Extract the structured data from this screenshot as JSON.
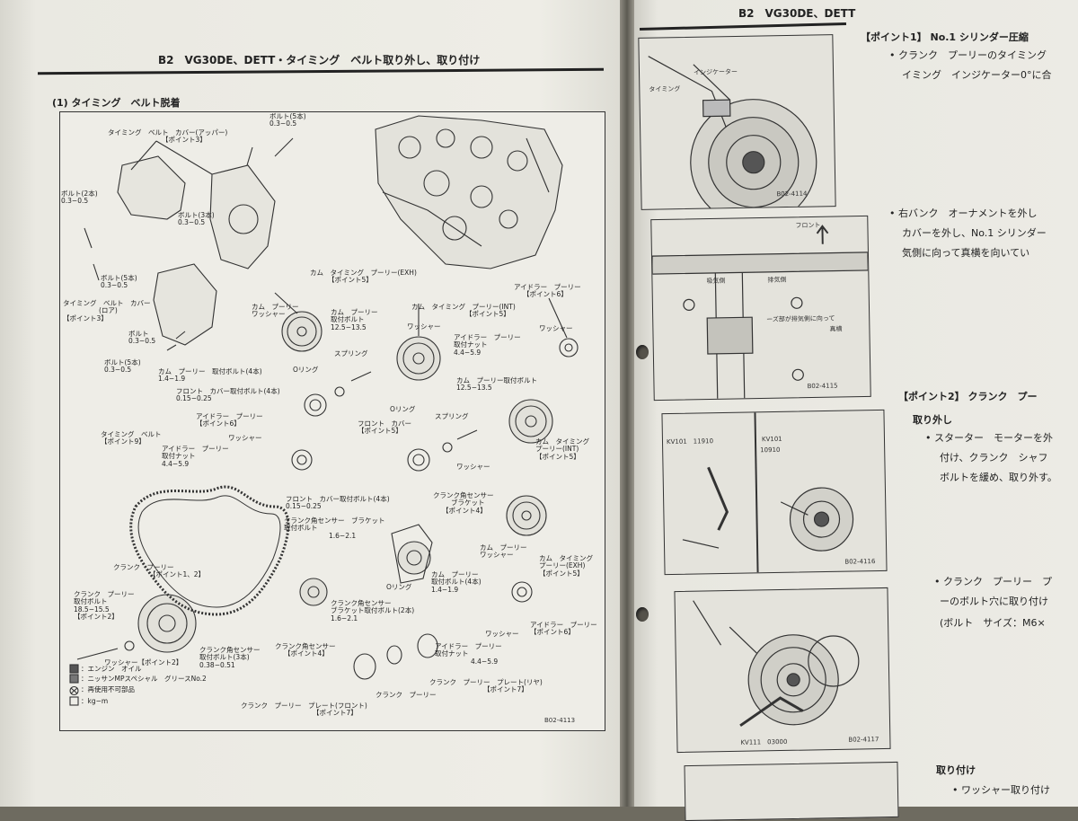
{
  "left_page": {
    "header": "B2　VG30DE、DETT・タイミング　ベルト取り外し、取り付け",
    "section_title": "(1) タイミング　ベルト脱着",
    "figure_code": "B02-4113",
    "labels": {
      "tb_cover_upper": [
        "タイミング　ベルト　カバー(アッパー)",
        "【ポイント3】"
      ],
      "bolt5_top": [
        "ボルト(5本)",
        "0.3−0.5"
      ],
      "bolt2": [
        "ボルト(2本)",
        "0.3−0.5"
      ],
      "bolt3": [
        "ボルト(3本)",
        "0.3−0.5"
      ],
      "bolt5_mid": [
        "ボルト(5本)",
        "0.3−0.5"
      ],
      "tb_cover_lower": [
        "タイミング　ベルト　カバー",
        "(ロア)",
        "【ポイント3】"
      ],
      "bolt_single": [
        "ボルト",
        "0.3−0.5"
      ],
      "bolt5_low": [
        "ボルト(5本)",
        "0.3−0.5"
      ],
      "cam_pulley_bolt4": [
        "カム　プーリー　取付ボルト(4本)",
        "1.4−1.9"
      ],
      "front_cover_bolt4": [
        "フロント　カバー取付ボルト(4本)",
        "0.15−0.25"
      ],
      "idler_pulley_6a": [
        "アイドラー　プーリー",
        "【ポイント6】"
      ],
      "washer_a": "ワッシャー",
      "idler_nut_a": [
        "アイドラー　プーリー",
        "取付ナット",
        "4.4−5.9"
      ],
      "timing_belt": [
        "タイミング　ベルト",
        "【ポイント9】"
      ],
      "cam_pulley_exh": [
        "カム　タイミング　プーリー(EXH)",
        "【ポイント5】"
      ],
      "cam_pulley_washer": [
        "カム　プーリー",
        "ワッシャー"
      ],
      "cam_pulley_bolt_a": [
        "カム　プーリー",
        "取付ボルト",
        "12.5−13.5"
      ],
      "oring_a": "Oリング",
      "spring_a": "スプリング",
      "front_cover_5a": [
        "フロント　カバー",
        "【ポイント5】"
      ],
      "cam_timing_int": [
        "カム　タイミング　プーリー(INT)",
        "【ポイント5】"
      ],
      "washer_b": "ワッシャー",
      "idler_nut_b": [
        "アイドラー　プーリー",
        "取付ナット",
        "4.4−5.9"
      ],
      "idler_pulley_6b": [
        "アイドラー　プーリー",
        "【ポイント6】"
      ],
      "washer_c": "ワッシャー",
      "cam_pulley_bolt_b": [
        "カム　プーリー取付ボルト",
        "12.5−13.5"
      ],
      "oring_b": "Oリング",
      "front_cover_5b": [
        "フロント　カバー",
        "【ポイント5】"
      ],
      "spring_b": "スプリング",
      "washer_d": "ワッシャー",
      "cam_timing_int2": [
        "カム　タイミング",
        "プーリー(INT)",
        "【ポイント5】"
      ],
      "front_cover_bolt4b": [
        "フロント　カバー取付ボルト(4本)",
        "0.15−0.25"
      ],
      "crank_sensor_bracket": [
        "クランク角センサー",
        "ブラケット",
        "【ポイント4】"
      ],
      "crank_sensor_bracket_bolt": [
        "クランク角センサー　ブラケット",
        "取付ボルト",
        "1.6−2.1"
      ],
      "crank_pulley": [
        "クランク　プーリー",
        "【ポイント1、2】"
      ],
      "crank_pulley_bolt": [
        "クランク　プーリー",
        "取付ボルト",
        "18.5−15.5",
        "【ポイント2】"
      ],
      "cam_pulley_washer_b": [
        "カム　プーリー",
        "ワッシャー"
      ],
      "cam_timing_exh2": [
        "カム　タイミング",
        "プーリー(EXH)",
        "【ポイント5】"
      ],
      "cam_pulley_bolt4b": [
        "カム　プーリー",
        "取付ボルト(4本)",
        "1.4−1.9"
      ],
      "oring_c": "Oリング",
      "crank_sensor_sensor_bracket_bolt2": [
        "クランク角センサー",
        "ブラケット取付ボルト(2本)",
        "1.6−2.1"
      ],
      "crank_sensor_bolt3": [
        "クランク角センサー",
        "取付ボルト(3本)",
        "0.38−0.51"
      ],
      "crank_sensor": [
        "クランク角センサー",
        "【ポイント4】"
      ],
      "washer_pt2": "ワッシャー【ポイント2】",
      "washer_e": "ワッシャー",
      "idler_pulley_6c": [
        "アイドラー　プーリー",
        "【ポイント6】"
      ],
      "idler_nut_c": [
        "アイドラー　プーリー",
        "取付ナット",
        "4.4−5.9"
      ],
      "crank_plate_rear": [
        "クランク　プーリー　プレート(リヤ)",
        "【ポイント7】"
      ],
      "crank_pulley_small": "クランク　プーリー",
      "crank_plate_front": [
        "クランク　プーリー　プレート(フロント)",
        "【ポイント7】"
      ]
    },
    "legend": [
      "：エンジン　オイル",
      "：ニッサンMPスペシャル　グリースNo.2",
      "：再使用不可部品",
      "：kg−m"
    ]
  },
  "right_page": {
    "header": "B2　VG30DE、DETT",
    "point1_title": "【ポイント1】 No.1 シリンダー圧縮",
    "point1_text": [
      "• クランク　プーリーのタイミング",
      "イミング　インジケーター0°に合"
    ],
    "photo1": {
      "code": "B02-4114",
      "labels": [
        "タイミング",
        "インジケーター"
      ]
    },
    "text2": [
      "• 右バンク　オーナメントを外し",
      "カバーを外し、No.1 シリンダー",
      "気側に向って真横を向いてい"
    ],
    "photo2": {
      "code": "B02-4115",
      "labels": [
        "フロント",
        "吸気側",
        "排気側",
        "ーズ部が排気側に向って",
        "真横"
      ]
    },
    "point2_title": "【ポイント2】 クランク　プー",
    "removal_title": "取り外し",
    "removal_text": [
      "• スターター　モーターを外",
      "付け、クランク　シャフ",
      "ボルトを緩め、取り外す。"
    ],
    "photo3": {
      "code": "B02-4116",
      "labels": [
        "KV101　11910",
        "KV101",
        "10910"
      ]
    },
    "text4": [
      "• クランク　プーリー　プ",
      "ーのボルト穴に取り付け",
      "(ボルト　サイズ：M6×"
    ],
    "photo4": {
      "code": "B02-4117",
      "labels": [
        "KV111　03000"
      ]
    },
    "install_title": "取り付け",
    "install_text": [
      "• ワッシャー取り付け"
    ]
  }
}
